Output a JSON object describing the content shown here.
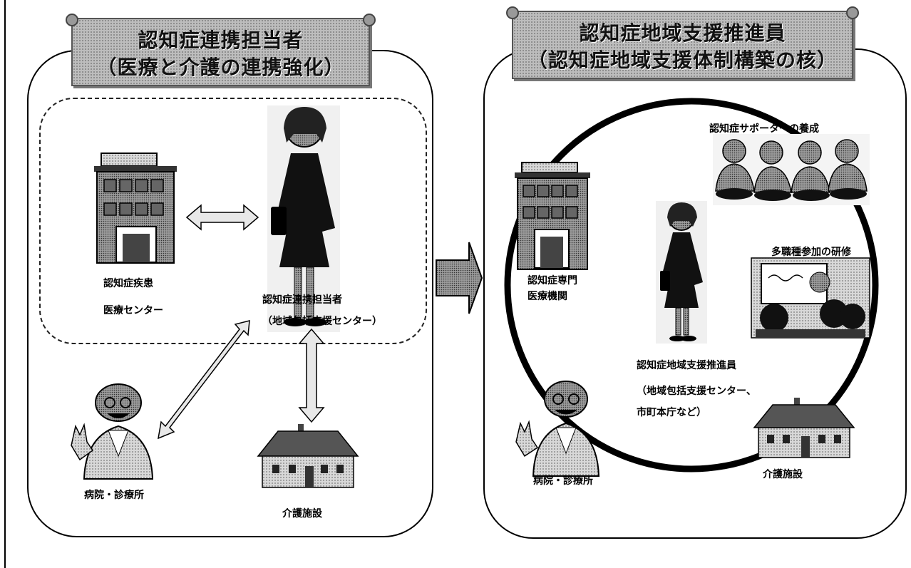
{
  "left_panel": {
    "title_line1": "認知症連携担当者",
    "title_line2": "（医療と介護の連携強化）",
    "hospital_center_line1": "認知症疾患",
    "hospital_center_line2": "医療センター",
    "coordinator_line1": "認知症連携担当者",
    "coordinator_line2": "（地域包括支援センター）",
    "clinic": "病院・診療所",
    "care_facility": "介護施設"
  },
  "right_panel": {
    "title_line1": "認知症地域支援推進員",
    "title_line2": "（認知症地域支援体制構築の核）",
    "supporters": "認知症サポーターの養成",
    "training": "多職種参加の研修",
    "specialist_line1": "認知症専門",
    "specialist_line2": "医療機関",
    "promoter_line1": "認知症地域支援推進員",
    "promoter_line2": "（地域包括支援センター、",
    "promoter_line3": "市町本庁など）",
    "clinic": "病院・診療所",
    "care_facility": "介護施設"
  }
}
